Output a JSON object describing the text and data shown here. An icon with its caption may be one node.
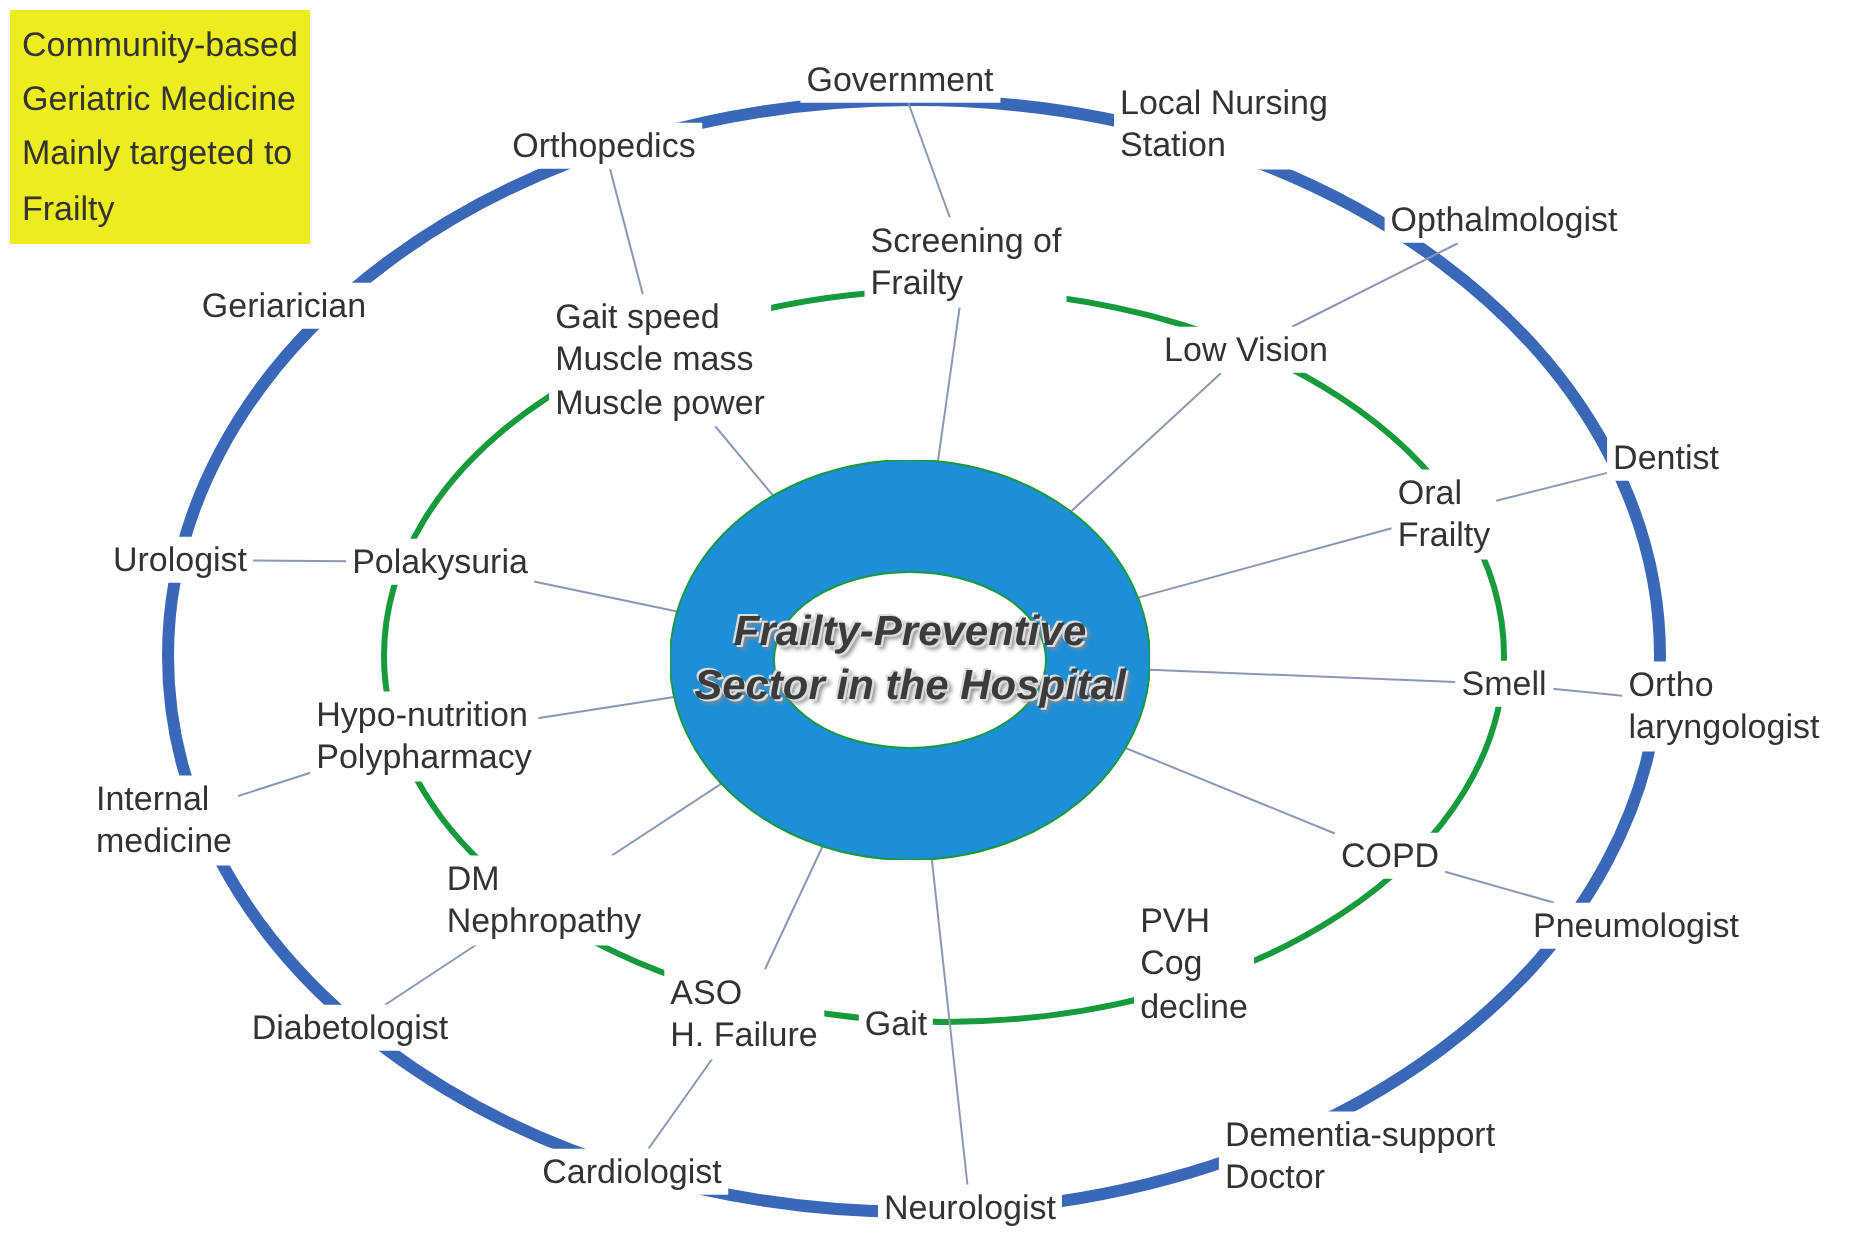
{
  "diagram": {
    "nodes": [
      {
        "text": [
          "Community-based Geriatric Medicine Mainly targeted to Frailty"
        ]
      },
      {
        "text": [
          "Government"
        ]
      },
      {
        "text": [
          "Orthopedics"
        ]
      },
      {
        "text": [
          "Screening of Frailty"
        ]
      },
      {
        "text": [
          "Opthalmologist"
        ]
      },
      {
        "text": [
          "Gait speed Muscle mass Muscle power"
        ]
      },
      {
        "text": [
          "Low Vision"
        ]
      },
      {
        "text": [
          "Dentist"
        ]
      },
      {
        "text": [
          "Oral Frailty"
        ]
      },
      {
        "text": [
          "Urologist"
        ]
      },
      {
        "text": [
          "Polakysuria"
        ]
      },
      {
        "text": [
          "Frailty-Preventive Sector in the Hospital"
        ]
      },
      {
        "text": [
          "Smell"
        ]
      },
      {
        "text": [
          "Ortho laryngologist"
        ]
      },
      {
        "text": [
          "Hypo-nutrition Polypharmacy"
        ]
      },
      {
        "text": [
          "Internal medicine"
        ]
      },
      {
        "text": [
          "DM Nephropathy"
        ]
      },
      {
        "text": [
          "COPD"
        ]
      },
      {
        "text": [
          "Pneumologist"
        ]
      },
      {
        "text": [
          "ASO H. Failure"
        ]
      },
      {
        "text": [
          "Diabetologist"
        ]
      },
      {
        "text": [
          "Cardiologist"
        ]
      },
      {
        "text": [
          "Neurologist"
        ]
      },
      {
        "text": [
          "Local Nursing Station"
        ]
      },
      {
        "text": [
          "Geriarician"
        ]
      },
      {
        "text": [
          "Gait"
        ]
      },
      {
        "text": [
          "PVH Cog decline"
        ]
      },
      {
        "text": [
          "Dementia-support Doctor"
        ]
      }
    ],
    "edges": [
      {
        "from": 11,
        "to": 3,
        "arrow": "none"
      },
      {
        "from": 3,
        "to": 1,
        "arrow": "none"
      },
      {
        "from": 11,
        "to": 5,
        "arrow": "none"
      },
      {
        "from": 5,
        "to": 2,
        "arrow": "none"
      },
      {
        "from": 11,
        "to": 6,
        "arrow": "none"
      },
      {
        "from": 6,
        "to": 4,
        "arrow": "none"
      },
      {
        "from": 11,
        "to": 8,
        "arrow": "none"
      },
      {
        "from": 8,
        "to": 7,
        "arrow": "none"
      },
      {
        "from": 11,
        "to": 10,
        "arrow": "none"
      },
      {
        "from": 10,
        "to": 9,
        "arrow": "none"
      },
      {
        "from": 11,
        "to": 12,
        "arrow": "none"
      },
      {
        "from": 12,
        "to": 13,
        "arrow": "none"
      },
      {
        "from": 11,
        "to": 14,
        "arrow": "none"
      },
      {
        "from": 14,
        "to": 15,
        "arrow": "none"
      },
      {
        "from": 11,
        "to": 16,
        "arrow": "none"
      },
      {
        "from": 16,
        "to": 20,
        "arrow": "none"
      },
      {
        "from": 11,
        "to": 17,
        "arrow": "none"
      },
      {
        "from": 17,
        "to": 18,
        "arrow": "none"
      },
      {
        "from": 11,
        "to": 19,
        "arrow": "none"
      },
      {
        "from": 19,
        "to": 21,
        "arrow": "none"
      },
      {
        "from": 11,
        "to": 22,
        "arrow": "none"
      }
    ]
  }
}
